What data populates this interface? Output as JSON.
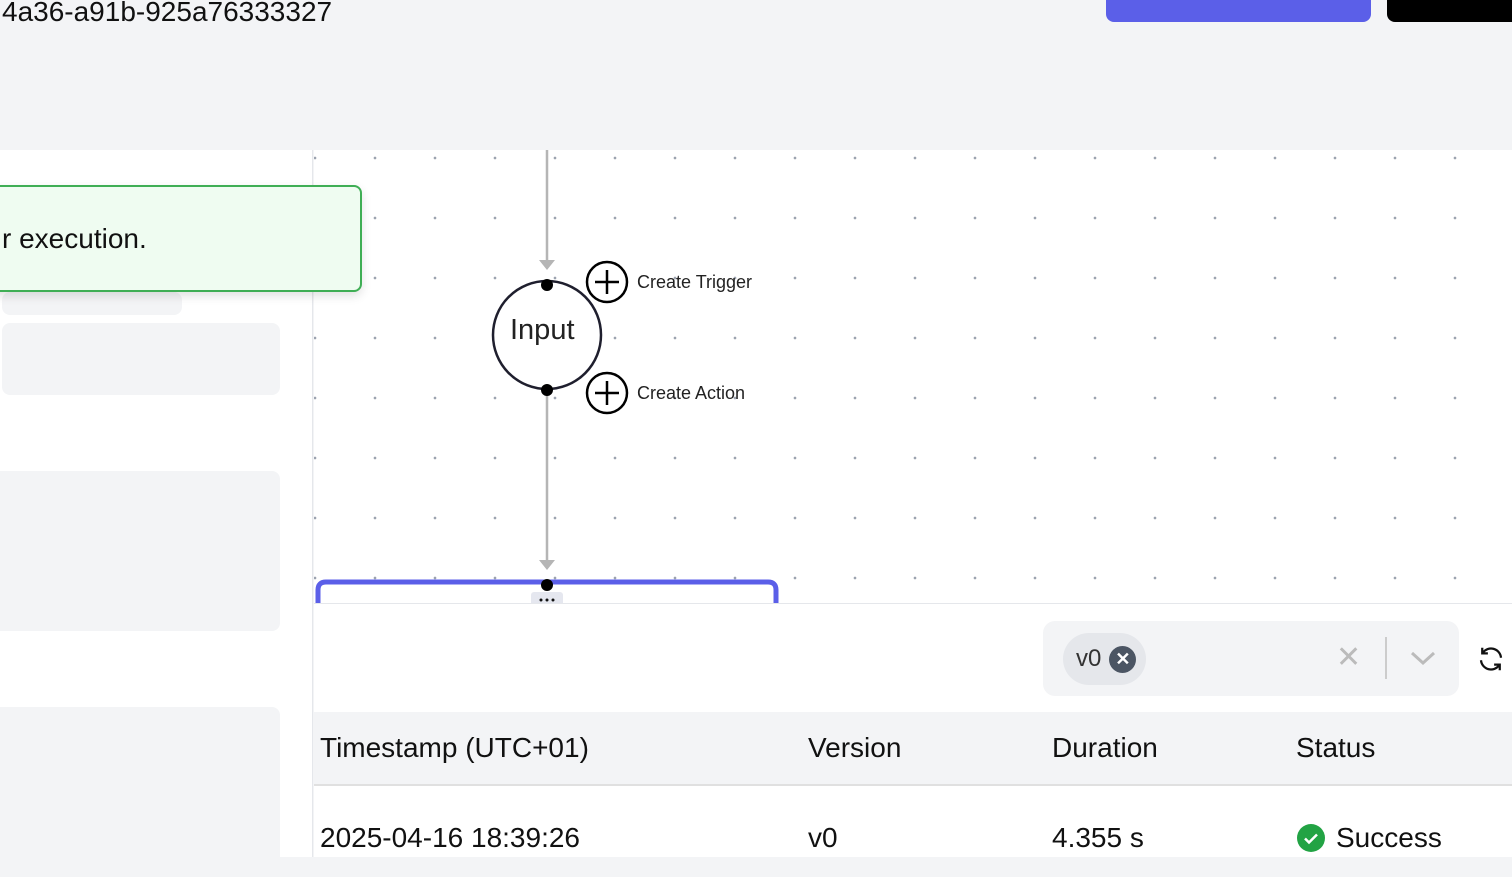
{
  "header": {
    "workflow_id_fragment": "4a36-a91b-925a76333327"
  },
  "toast": {
    "message": "r execution."
  },
  "canvas": {
    "node_label": "Input",
    "create_trigger": "Create Trigger",
    "create_action": "Create Action"
  },
  "filter": {
    "selected_version": "v0"
  },
  "table": {
    "headers": [
      "Timestamp (UTC+01)",
      "Version",
      "Duration",
      "Status"
    ],
    "rows": [
      {
        "timestamp": "2025-04-16 18:39:26",
        "version": "v0",
        "duration": "4.355 s",
        "status": "Success"
      }
    ]
  },
  "colors": {
    "accent": "#5b5fe8",
    "success": "#22a344",
    "toast_border": "#3fae55"
  }
}
